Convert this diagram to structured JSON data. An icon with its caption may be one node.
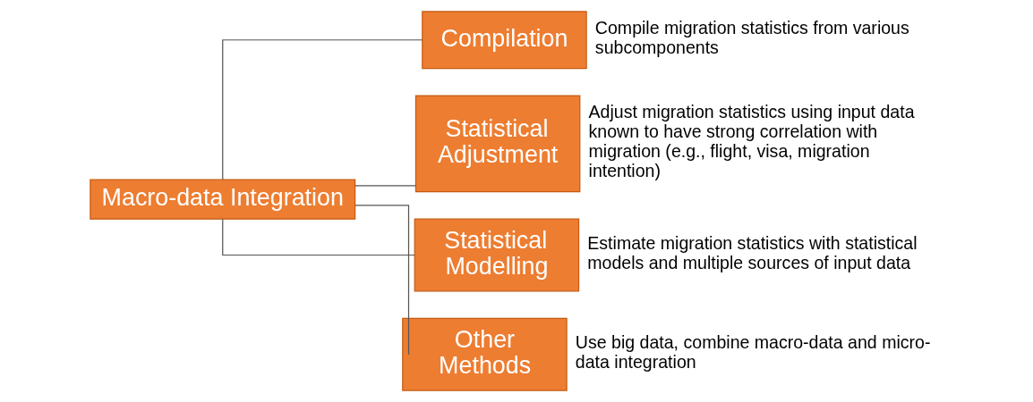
{
  "diagram": {
    "nodes": [
      {
        "text": [
          "Macro-data Integration"
        ]
      },
      {
        "text": [
          "Compilation"
        ],
        "beside": [
          "Compile migration statistics from various subcomponents"
        ]
      },
      {
        "text": [
          "Statistical Adjustment"
        ],
        "beside": [
          "Adjust migration statistics using input data known to have strong correlation with migration (e.g., flight, visa, migration intention)"
        ]
      },
      {
        "text": [
          "Statistical Modelling"
        ],
        "beside": [
          "Estimate migration statistics with statistical models and multiple sources of input data"
        ]
      },
      {
        "text": [
          "Other Methods"
        ],
        "beside": [
          "Use big data, combine macro-data and micro-data integration"
        ]
      }
    ],
    "edges": [
      {
        "from": 0,
        "to": 1,
        "arrow": "none"
      },
      {
        "from": 0,
        "to": 2,
        "arrow": "none"
      },
      {
        "from": 0,
        "to": 3,
        "arrow": "none"
      },
      {
        "from": 0,
        "to": 4,
        "arrow": "none"
      }
    ]
  }
}
